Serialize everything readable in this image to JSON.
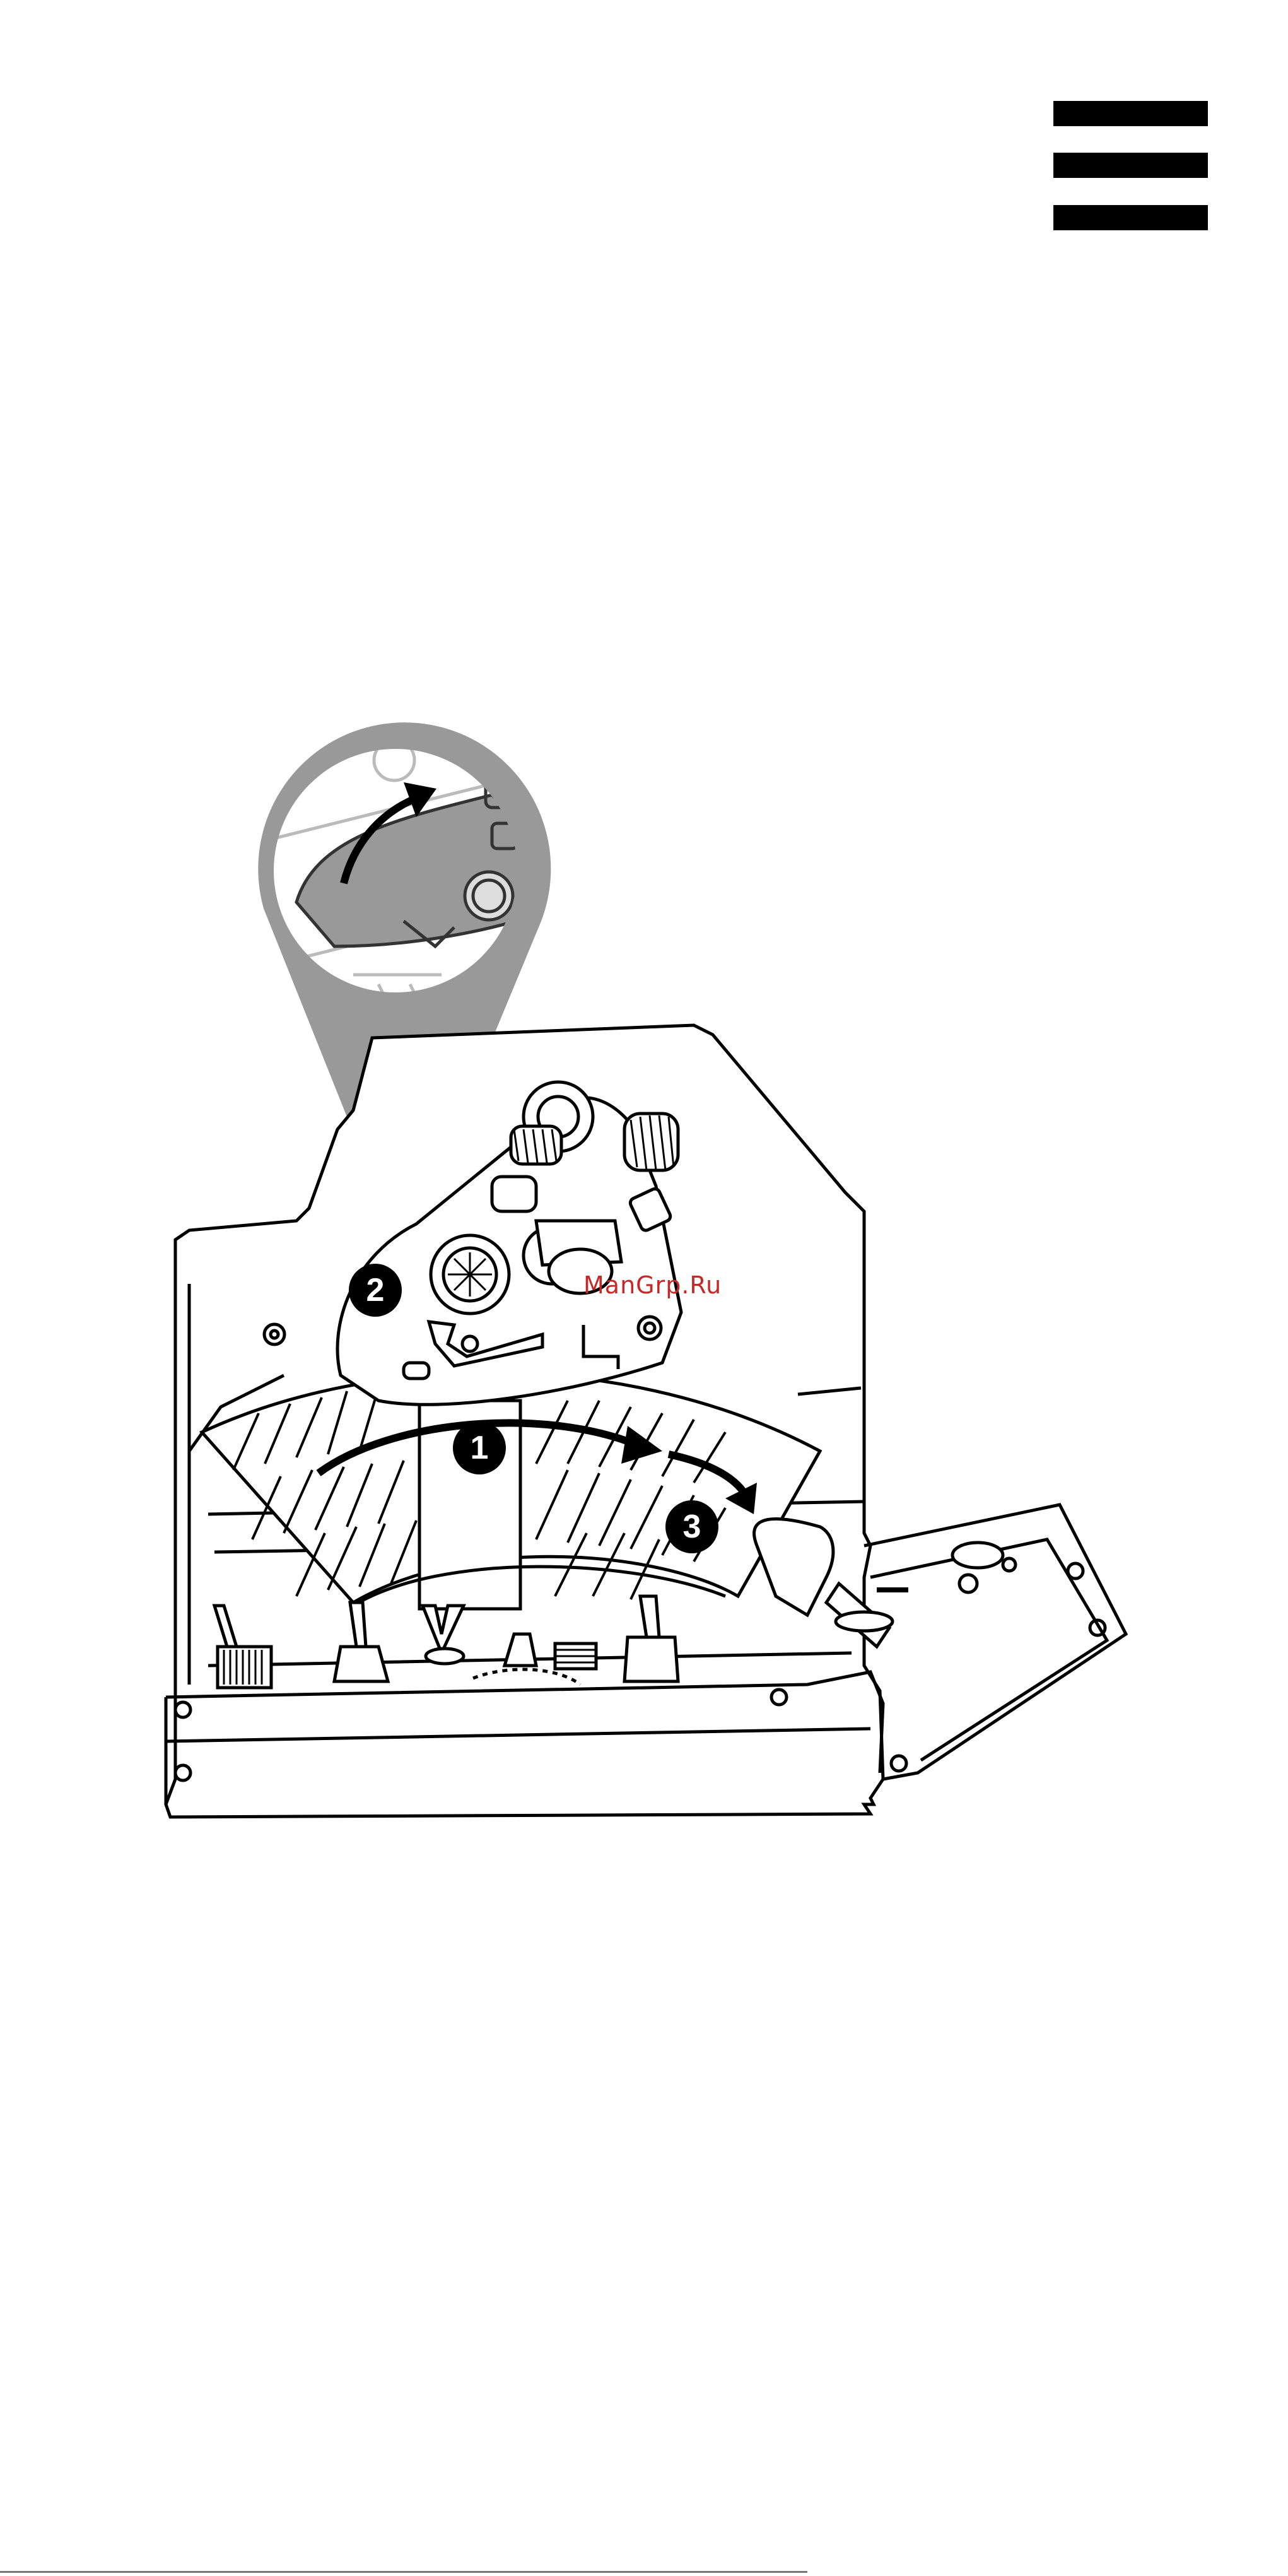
{
  "page": {
    "menu_icon": "hamburger-menu-icon"
  },
  "illustration": {
    "subject": "throttle-quadrant-illustration",
    "steps": [
      {
        "number": "1"
      },
      {
        "number": "2"
      },
      {
        "number": "3"
      }
    ],
    "zoom_fill": "#999999",
    "arrow_color": "#000000"
  },
  "watermark": {
    "text": "ManGrp.Ru"
  }
}
